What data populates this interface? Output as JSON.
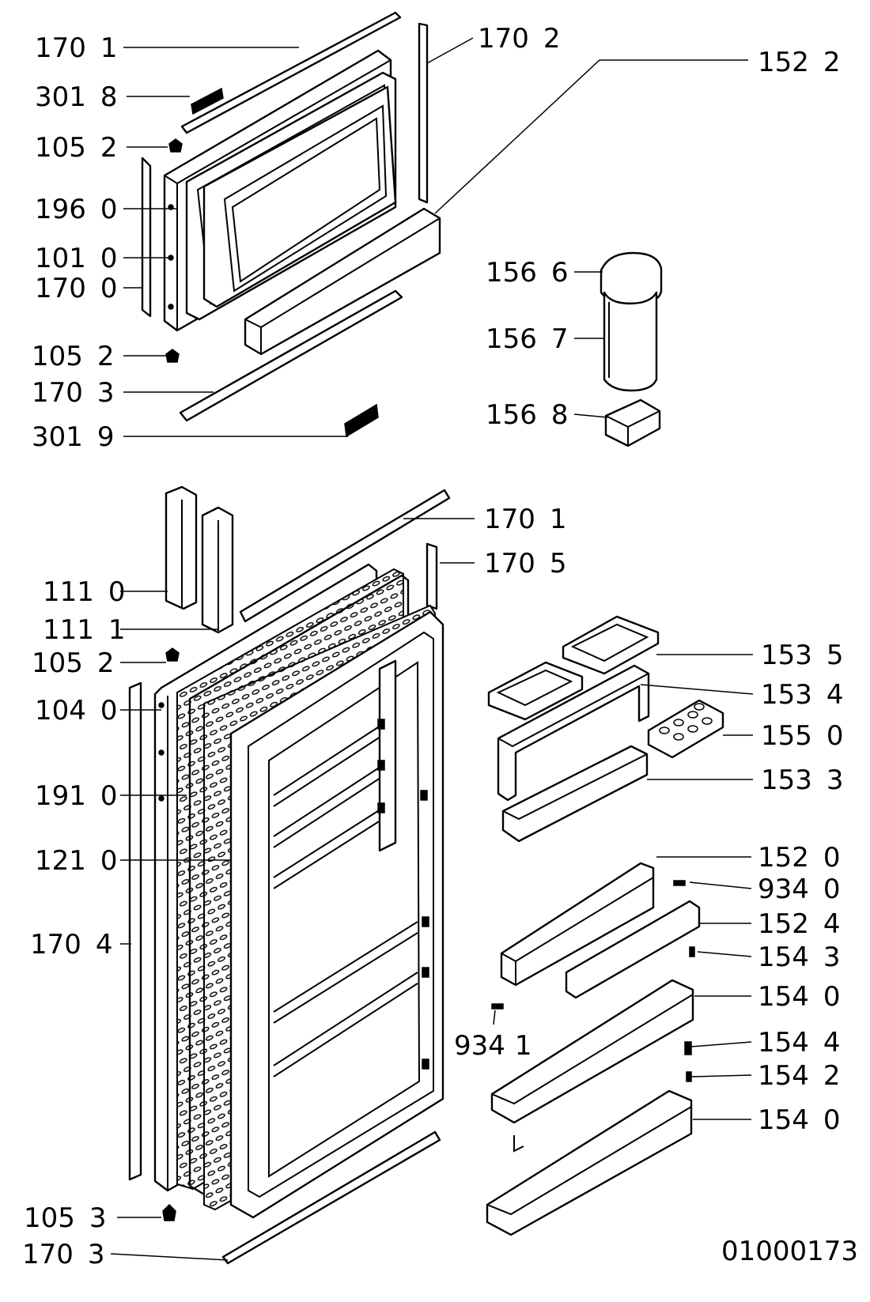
{
  "diagram_id": "01000173",
  "top_door": {
    "labels_left": [
      {
        "num": "170",
        "sub": "1"
      },
      {
        "num": "301",
        "sub": "8"
      },
      {
        "num": "105",
        "sub": "2"
      },
      {
        "num": "196",
        "sub": "0"
      },
      {
        "num": "101",
        "sub": "0"
      },
      {
        "num": "170",
        "sub": "0"
      },
      {
        "num": "105",
        "sub": "2"
      },
      {
        "num": "170",
        "sub": "3"
      },
      {
        "num": "301",
        "sub": "9"
      }
    ],
    "labels_right": [
      {
        "num": "170",
        "sub": "2"
      },
      {
        "num": "152",
        "sub": "2"
      }
    ],
    "accessory_labels": [
      {
        "num": "156",
        "sub": "6"
      },
      {
        "num": "156",
        "sub": "7"
      },
      {
        "num": "156",
        "sub": "8"
      }
    ]
  },
  "bottom_door": {
    "labels_left": [
      {
        "num": "111",
        "sub": "0"
      },
      {
        "num": "111",
        "sub": "1"
      },
      {
        "num": "105",
        "sub": "2"
      },
      {
        "num": "104",
        "sub": "0"
      },
      {
        "num": "191",
        "sub": "0"
      },
      {
        "num": "121",
        "sub": "0"
      },
      {
        "num": "170",
        "sub": "4"
      },
      {
        "num": "105",
        "sub": "3"
      },
      {
        "num": "170",
        "sub": "3"
      }
    ],
    "labels_top": [
      {
        "num": "170",
        "sub": "1"
      },
      {
        "num": "170",
        "sub": "5"
      }
    ],
    "labels_right": [
      {
        "num": "153",
        "sub": "5"
      },
      {
        "num": "153",
        "sub": "4"
      },
      {
        "num": "155",
        "sub": "0"
      },
      {
        "num": "153",
        "sub": "3"
      },
      {
        "num": "152",
        "sub": "0"
      },
      {
        "num": "934",
        "sub": "0"
      },
      {
        "num": "152",
        "sub": "4"
      },
      {
        "num": "154",
        "sub": "3"
      },
      {
        "num": "154",
        "sub": "0"
      },
      {
        "num": "154",
        "sub": "4"
      },
      {
        "num": "154",
        "sub": "2"
      },
      {
        "num": "154",
        "sub": "0"
      }
    ],
    "label_center": {
      "num": "934",
      "sub": "1"
    }
  }
}
